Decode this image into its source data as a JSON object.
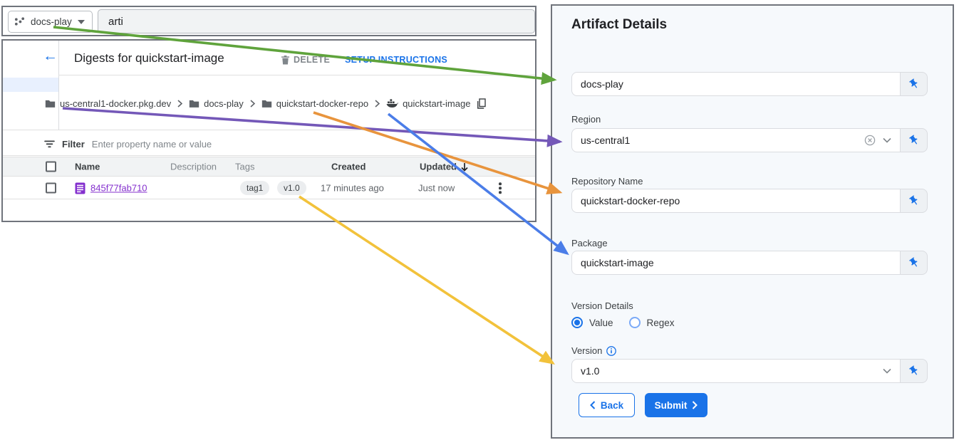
{
  "console": {
    "project_selector": "docs-play",
    "search_value": "arti",
    "header": {
      "title": "Digests for quickstart-image",
      "delete": "DELETE",
      "setup_instructions": "SETUP INSTRUCTIONS"
    },
    "breadcrumb": {
      "registry": "us-central1-docker.pkg.dev",
      "project": "docs-play",
      "repository": "quickstart-docker-repo",
      "package": "quickstart-image"
    },
    "filter": {
      "label": "Filter",
      "placeholder": "Enter property name or value"
    },
    "table": {
      "headers": {
        "name": "Name",
        "description": "Description",
        "tags": "Tags",
        "created": "Created",
        "updated": "Updated"
      },
      "row": {
        "name": "845f77fab710",
        "tags": [
          "tag1",
          "v1.0"
        ],
        "created": "17 minutes ago",
        "updated": "Just now"
      }
    }
  },
  "panel": {
    "title": "Artifact Details",
    "fields": {
      "project": {
        "value": "docs-play"
      },
      "region": {
        "label": "Region",
        "value": "us-central1"
      },
      "repository": {
        "label": "Repository Name",
        "value": "quickstart-docker-repo"
      },
      "package": {
        "label": "Package",
        "value": "quickstart-image"
      },
      "version": {
        "label": "Version",
        "value": "v1.0"
      }
    },
    "version_details": {
      "label": "Version Details",
      "options": [
        "Value",
        "Regex"
      ],
      "selected": "Value"
    },
    "buttons": {
      "back": "Back",
      "submit": "Submit"
    }
  },
  "annotations": {
    "arrows": [
      {
        "name": "project-to-project-field",
        "color": "#5fa33c"
      },
      {
        "name": "registry-to-region-field",
        "color": "#7458b8"
      },
      {
        "name": "repository-to-repository-field",
        "color": "#e8943d"
      },
      {
        "name": "package-to-package-field",
        "color": "#4b7de8"
      },
      {
        "name": "tag-to-version-field",
        "color": "#f2c23b"
      }
    ]
  }
}
